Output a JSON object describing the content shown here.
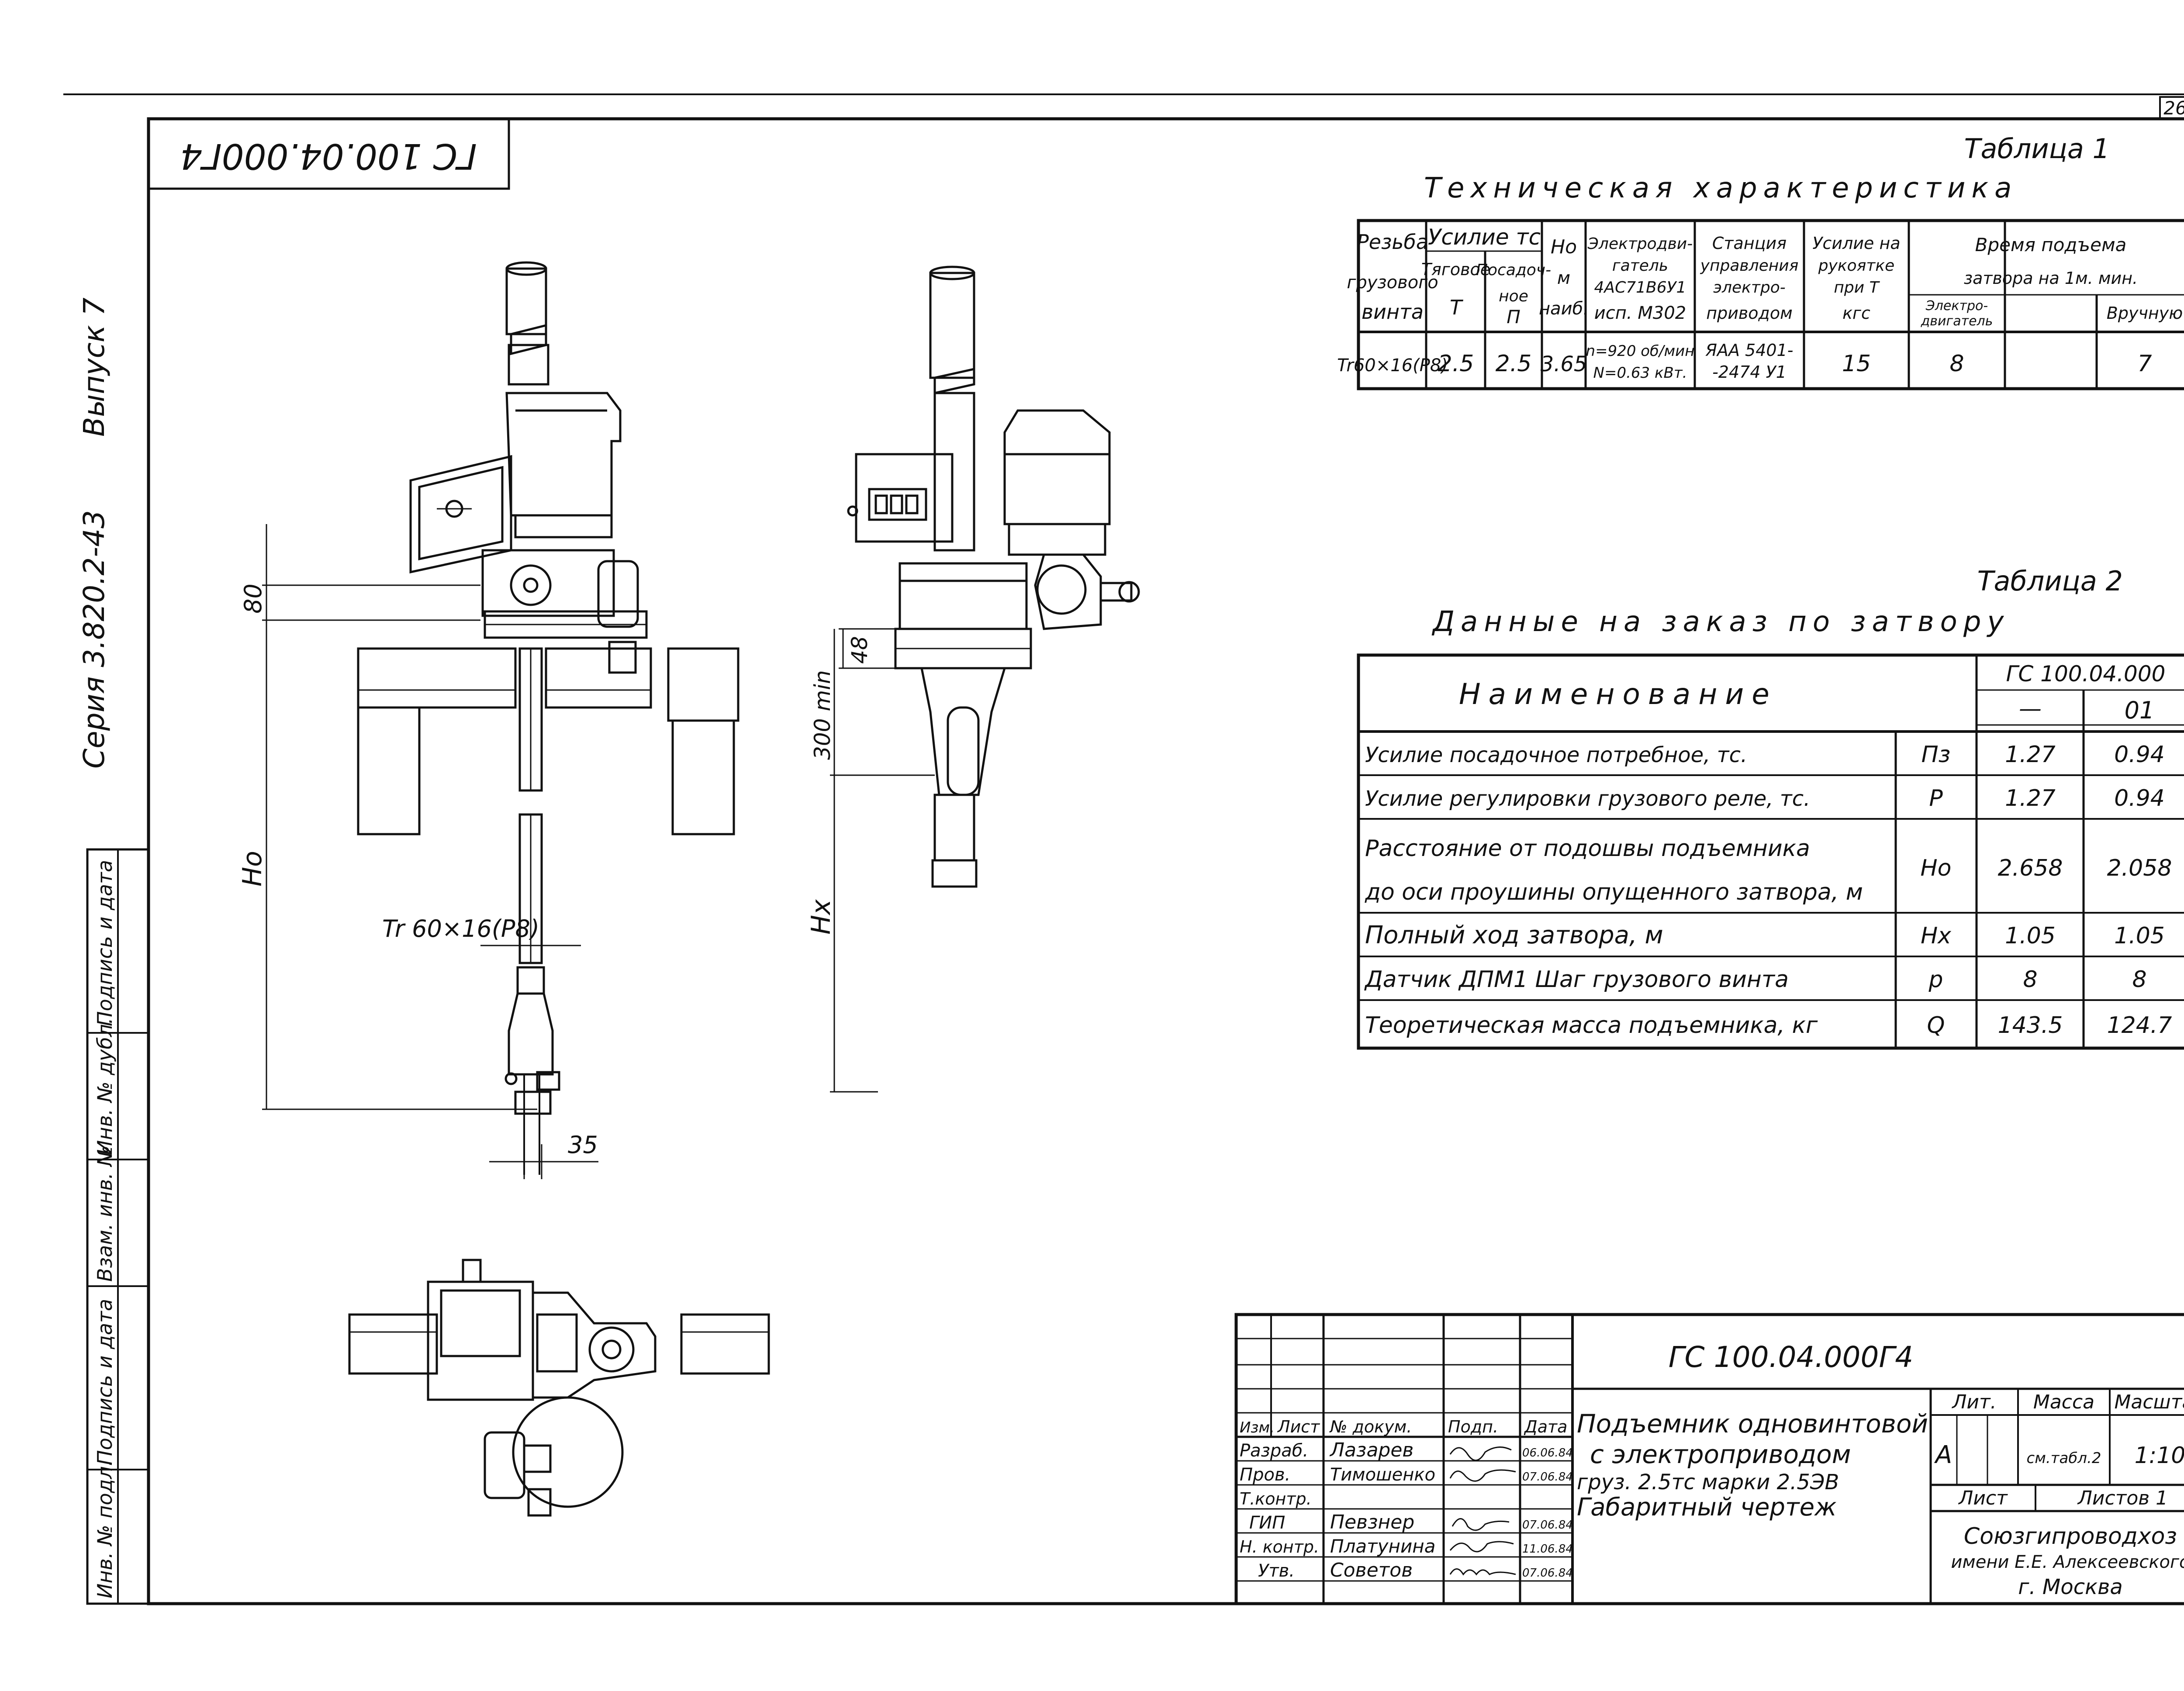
{
  "page_number": "26",
  "rotated_stamp": "ГС 100.04.000Г4",
  "side_series": "Серия 3.820.2-43",
  "side_issue": "Выпуск 7",
  "side_columns": [
    "Подпись и дата",
    "Инв. № дубл.",
    "Взам. инв. №",
    "Подпись и дата",
    "Инв. № подл."
  ],
  "table1": {
    "label": "Таблица 1",
    "title": "Техническая характеристика",
    "h_thread": [
      "Резьба",
      "грузового",
      "винта"
    ],
    "h_force": "Усилие тс",
    "h_traction": [
      "Тяговое",
      "T"
    ],
    "h_landing": [
      "Посадоч-",
      "ное",
      "П"
    ],
    "h_ho": [
      "Но",
      "м",
      "наиб."
    ],
    "h_motor": [
      "Электродви-",
      "гатель",
      "4АС71В6У1",
      "исп. М302"
    ],
    "h_station": [
      "Станция",
      "управления",
      "электро-",
      "приводом"
    ],
    "h_handle": [
      "Усилие на",
      "рукоятке",
      "при Т",
      "кгс"
    ],
    "h_time": [
      "Время подъема",
      "затвора на 1м. мин."
    ],
    "h_time_motor": [
      "Электро-",
      "двигатель"
    ],
    "h_time_manual": "Вручную",
    "row": {
      "thread": "Tr60×16(P8)",
      "traction": "2.5",
      "landing": "2.5",
      "ho": "3.65",
      "motor": [
        "n=920 об/мин",
        "N=0.63 кВт."
      ],
      "station": [
        "ЯАА 5401-",
        "-2474 У1"
      ],
      "handle": "15",
      "t_motor": "8",
      "t_manual": "7"
    }
  },
  "table2": {
    "label": "Таблица 2",
    "title": "Данные на заказ по затвору",
    "h_name": "Наименование",
    "h_code": "ГС 100.04.000",
    "h_col1": "—",
    "h_col2": "01",
    "rows": [
      {
        "name": "Усилие посадочное потребное, тс.",
        "sym": "Пз",
        "v1": "1.27",
        "v2": "0.94"
      },
      {
        "name": "Усилие регулировки грузового реле, тс.",
        "sym": "Р",
        "v1": "1.27",
        "v2": "0.94"
      },
      {
        "name": "Расстояние от подошвы подъемника",
        "name2": "до оси проушины опущенного затвора, м",
        "sym": "Но",
        "v1": "2.658",
        "v2": "2.058"
      },
      {
        "name": "Полный ход затвора, м",
        "sym": "Нх",
        "v1": "1.05",
        "v2": "1.05"
      },
      {
        "name": "Датчик ДПМ1 Шаг грузового винта",
        "sym": "р",
        "v1": "8",
        "v2": "8"
      },
      {
        "name": "Теоретическая масса подъемника, кг",
        "sym": "Q",
        "v1": "143.5",
        "v2": "124.7"
      }
    ]
  },
  "dims": {
    "d80": "80",
    "ho": "Но",
    "thread": "Tr 60×16(P8)",
    "d35": "35",
    "d48": "48",
    "d300": "300 min",
    "hx": "Нх"
  },
  "titleblock": {
    "doc_code": "ГС 100.04.000Г4",
    "title_lines": [
      "Подъемник одновинтовой",
      "с электроприводом",
      "груз. 2.5тс марки 2.5ЭВ",
      "Габаритный чертеж"
    ],
    "hdr": [
      "Изм.",
      "Лист",
      "№ докум.",
      "Подп.",
      "Дата"
    ],
    "people": [
      {
        "role": "Разраб.",
        "name": "Лазарев",
        "date": "06.06.84"
      },
      {
        "role": "Пров.",
        "name": "Тимошенко",
        "date": "07.06.84"
      },
      {
        "role": "Т.контр.",
        "name": "",
        "date": ""
      },
      {
        "role": "ГИП",
        "name": "Певзнер",
        "date": "07.06.84"
      },
      {
        "role": "Н. контр.",
        "name": "Платунина",
        "date": "11.06.84"
      },
      {
        "role": "Утв.",
        "name": "Советов",
        "date": "07.06.84"
      }
    ],
    "lit_label": "Лит.",
    "mass_label": "Масса",
    "scale_label": "Масштаб",
    "lit_value": "А",
    "mass_value": "см.табл.2",
    "scale_value": "1:10",
    "sheet_label": "Лист",
    "sheets_label": "Листов 1",
    "org_lines": [
      "Союзгипроводхоз",
      "имени Е.Е. Алексеевского",
      "г. Москва"
    ]
  }
}
